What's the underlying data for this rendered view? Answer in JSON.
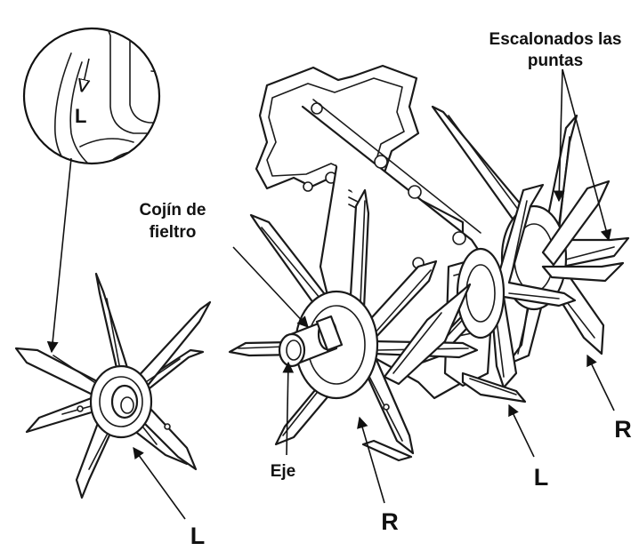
{
  "labels": {
    "staggered_tips_line1": "Escalonados las",
    "staggered_tips_line2": "puntas",
    "felt_pad_line1": "Cojín de",
    "felt_pad_line2": "fieltro",
    "shaft": "Eje",
    "left_tine_detail_letter": "L",
    "left_tine_standalone": "L",
    "right_tine_center": "R",
    "left_tine_assembly": "L",
    "right_tine_right": "R"
  },
  "colors": {
    "line": "#1a1a1a",
    "background": "#ffffff"
  }
}
